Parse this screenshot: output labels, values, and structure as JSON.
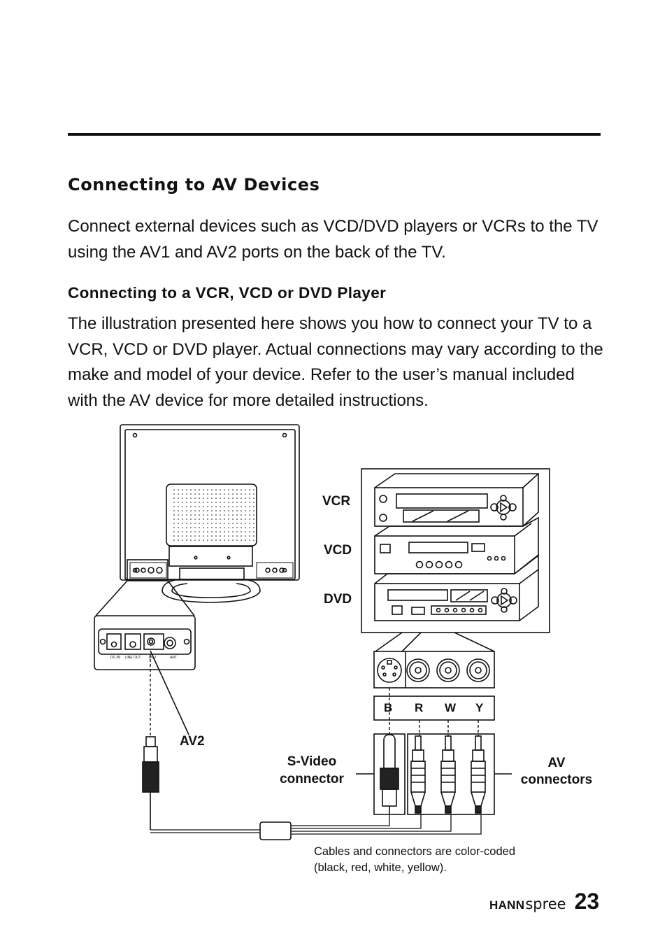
{
  "heading": "Connecting to AV Devices",
  "intro": "Connect external devices such as VCD/DVD players or VCRs to the TV using the AV1 and AV2 ports on the back of the TV.",
  "subheading": "Connecting to a VCR, VCD or DVD Player",
  "body": "The illustration presented here shows you how to connect your TV to a VCR, VCD or DVD player. Actual connections may vary according to the make and model of your device. Refer to the user’s manual included with the AV device for more detailed instructions.",
  "figure": {
    "device_labels": {
      "vcr": "VCR",
      "vcd": "VCD",
      "dvd": "DVD"
    },
    "port_labels": [
      "B",
      "R",
      "W",
      "Y"
    ],
    "av2_label": "AV2",
    "svideo_label": "S-Video connector",
    "av_connectors_label": "AV connectors",
    "panel_labels": [
      "DC-IN",
      "LINE OUT",
      "AV 2",
      "ANT"
    ],
    "note": "Cables and connectors are color-coded (black, red, white, yellow)."
  },
  "footer": {
    "brand_bold": "HANN",
    "brand_light": "spree",
    "page_number": "23"
  }
}
